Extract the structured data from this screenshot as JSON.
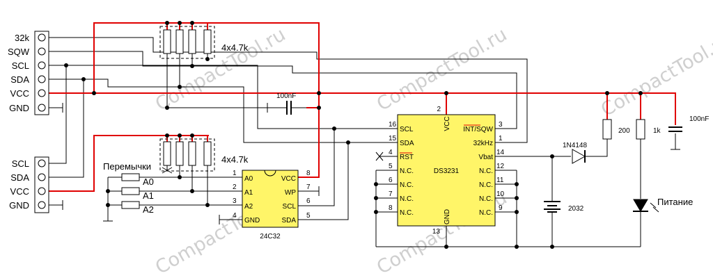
{
  "connector_top": {
    "pins": [
      "32k",
      "SQW",
      "SCL",
      "SDA",
      "VCC",
      "GND"
    ]
  },
  "connector_bottom": {
    "pins": [
      "SCL",
      "SDA",
      "VCC",
      "GND"
    ]
  },
  "resistor_packs": {
    "top": "4x4.7k",
    "bottom": "4x4.7k"
  },
  "jumpers": {
    "title": "Перемычки",
    "labels": [
      "A0",
      "A1",
      "A2"
    ]
  },
  "eeprom": {
    "name": "24C32",
    "left_pins": [
      {
        "num": "1",
        "name": "A0"
      },
      {
        "num": "2",
        "name": "A1"
      },
      {
        "num": "3",
        "name": "A2"
      },
      {
        "num": "4",
        "name": "GND"
      }
    ],
    "right_pins": [
      {
        "num": "8",
        "name": "VCC"
      },
      {
        "num": "7",
        "name": "WP"
      },
      {
        "num": "6",
        "name": "SCL"
      },
      {
        "num": "5",
        "name": "SDA"
      }
    ]
  },
  "rtc": {
    "name": "DS3231",
    "top_pin": {
      "num": "2",
      "name": "VCC"
    },
    "bottom_pin": {
      "num": "13",
      "name": "GND"
    },
    "left_pins": [
      {
        "num": "16",
        "name": "SCL"
      },
      {
        "num": "15",
        "name": "SDA"
      },
      {
        "num": "4",
        "name": "RST"
      },
      {
        "num": "5",
        "name": "N.C."
      },
      {
        "num": "6",
        "name": "N.C."
      },
      {
        "num": "7",
        "name": "N.C."
      },
      {
        "num": "8",
        "name": "N.C."
      }
    ],
    "right_pins": [
      {
        "num": "3",
        "name": "INT/SQW"
      },
      {
        "num": "1",
        "name": "32kHz"
      },
      {
        "num": "14",
        "name": "Vbat"
      },
      {
        "num": "12",
        "name": "N.C."
      },
      {
        "num": "11",
        "name": "N.C."
      },
      {
        "num": "10",
        "name": "N.C."
      },
      {
        "num": "9",
        "name": "N.C."
      }
    ]
  },
  "components": {
    "cap_left": "100nF",
    "cap_right": "100nF",
    "diode": "1N4148",
    "resistor_200": "200",
    "resistor_1k": "1k",
    "battery": "2032",
    "led": "Питание"
  },
  "watermark": "CompactTool.ru",
  "colors": {
    "power_wire": "#e00000",
    "chip_fill": "#fff568",
    "wire": "#000000",
    "watermark": "#cfcfcf"
  }
}
